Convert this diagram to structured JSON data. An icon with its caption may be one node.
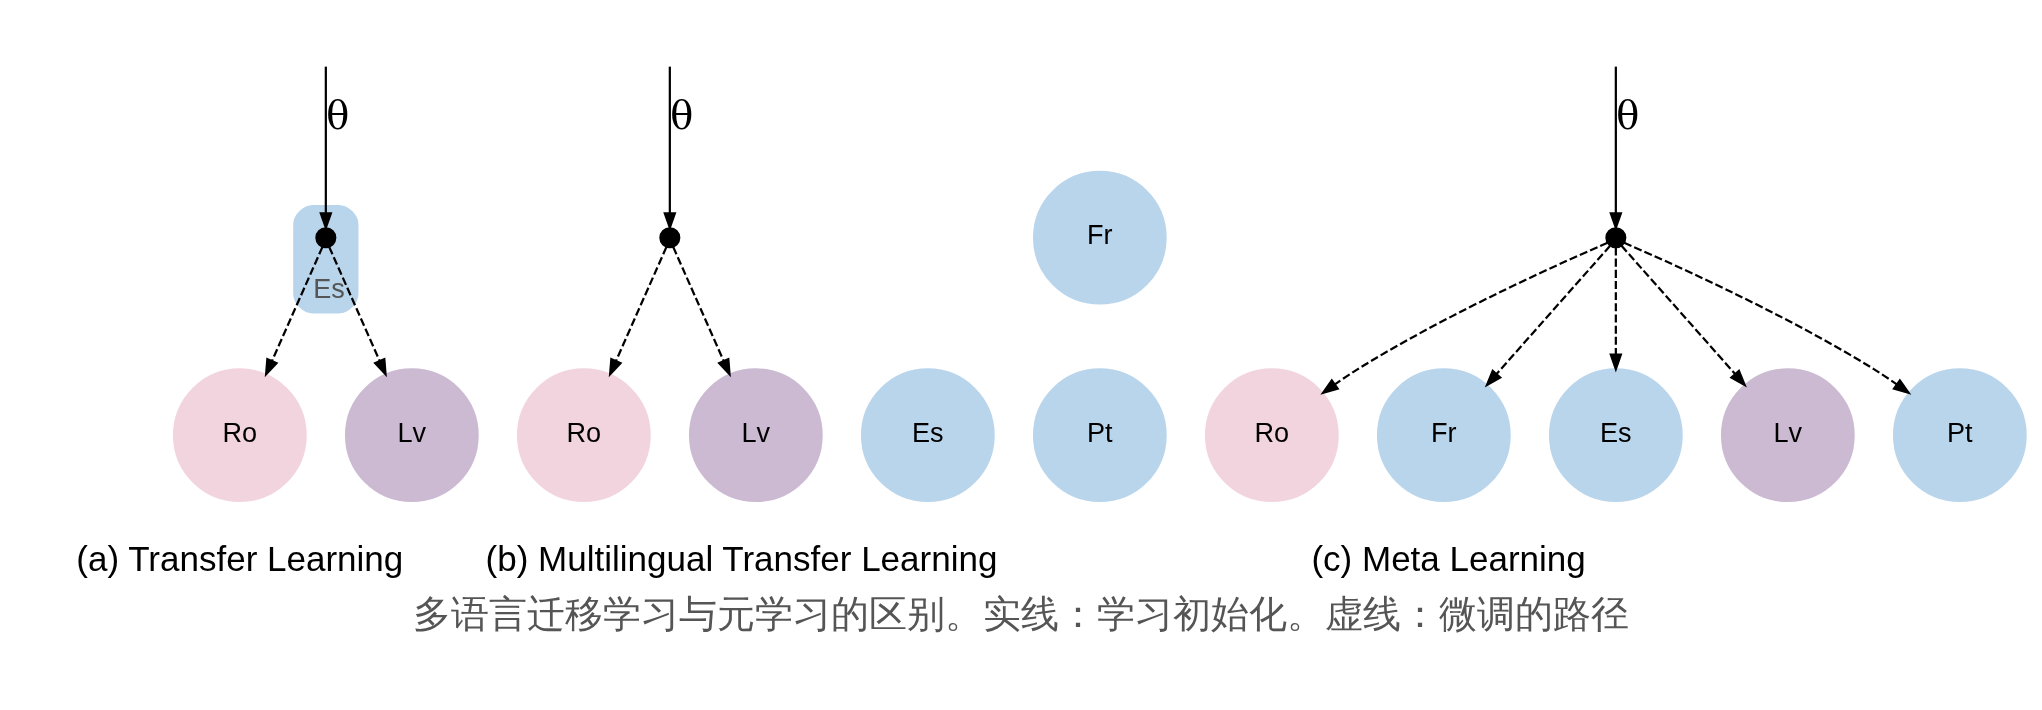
{
  "diagram": {
    "caption": "多语言迁移学习与元学习的区别。实线：学习初始化。虚线：微调的路径",
    "nodes": [
      {
        "text": [
          "Ro"
        ]
      },
      {
        "text": [
          "Es"
        ]
      },
      {
        "text": [],
        "shape": "circle",
        "in": 1
      },
      {
        "text": [
          "Lv"
        ]
      },
      {
        "text": [
          "Ro"
        ]
      },
      {
        "text": [
          "Fr"
        ]
      },
      {
        "text": [
          "Es"
        ]
      },
      {
        "text": [],
        "shape": "circle"
      },
      {
        "text": [
          "Lv"
        ]
      },
      {
        "text": [
          "Pt"
        ]
      },
      {
        "text": [
          "Ro"
        ]
      },
      {
        "text": [
          "Fr"
        ]
      },
      {
        "text": [
          "Es"
        ]
      },
      {
        "text": [],
        "shape": "circle"
      },
      {
        "text": [
          "Lv"
        ]
      },
      {
        "text": [
          "Pt"
        ]
      }
    ],
    "edges": [
      {
        "from": null,
        "to": 2,
        "arrow": "to",
        "label": "θ"
      },
      {
        "from": 2,
        "to": 0,
        "arrow": "to",
        "style": "dashed"
      },
      {
        "from": 2,
        "to": 3,
        "arrow": "to",
        "style": "dashed"
      },
      {
        "from": null,
        "to": 7,
        "arrow": "to",
        "label": "θ"
      },
      {
        "from": 7,
        "to": 4,
        "arrow": "to",
        "style": "dashed"
      },
      {
        "from": 7,
        "to": 8,
        "arrow": "to",
        "style": "dashed"
      },
      {
        "from": null,
        "to": 13,
        "arrow": "to",
        "label": "θ"
      },
      {
        "from": 13,
        "to": 10,
        "arrow": "to",
        "style": "dashed"
      },
      {
        "from": 13,
        "to": 14,
        "arrow": "to",
        "style": "dashed"
      },
      {
        "from": 13,
        "to": 11,
        "arrow": "to",
        "style": "dashed"
      },
      {
        "from": 13,
        "to": 12,
        "arrow": "to",
        "style": "dashed"
      },
      {
        "from": 13,
        "to": 15,
        "arrow": "to",
        "style": "dashed"
      }
    ],
    "labels": [
      "(a) Transfer Learning",
      "(b) Multilingual Transfer Learning",
      "(c) Meta Learning"
    ]
  }
}
